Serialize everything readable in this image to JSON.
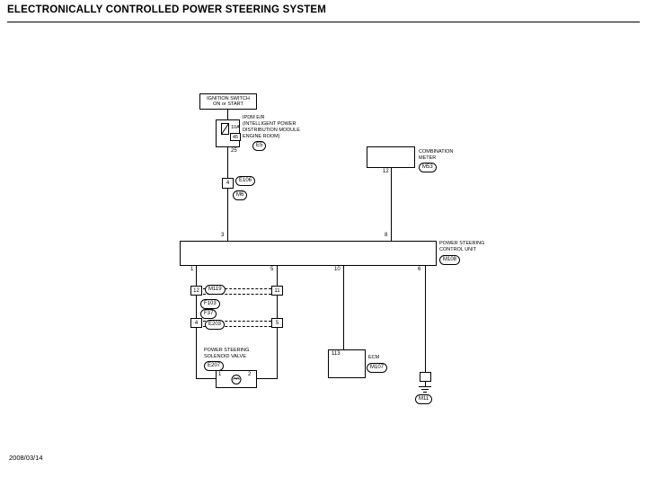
{
  "page": {
    "title": "ELECTRONICALLY CONTROLLED POWER STEERING SYSTEM",
    "footer_date": "2008/03/14"
  },
  "ignition": {
    "line1": "IGNITION SWITCH",
    "line2": "ON or START"
  },
  "ipdm": {
    "fuse_amps": "10A",
    "fuse_no": "45",
    "name1": "IPDM E/R",
    "name2": "(INTELLIGENT POWER",
    "name3": "DISTRIBUTION MODULE",
    "name4": "ENGINE ROOM)",
    "conn": "E5",
    "pin": "25"
  },
  "joint": {
    "pin": "4",
    "conn_top": "E106",
    "conn_bottom": "M6"
  },
  "meter": {
    "name1": "COMBINATION",
    "name2": "METER",
    "conn": "M53",
    "pin": "12"
  },
  "control_unit": {
    "name1": "POWER STEERING",
    "name2": "CONTROL UNIT",
    "conn": "M108",
    "pin_top_a": "3",
    "pin_top_b": "8",
    "pin_1": "1",
    "pin_5": "5",
    "pin_10": "10",
    "pin_6": "6"
  },
  "connector1": {
    "left_pin": "12",
    "right_pin": "11",
    "name_top": "M119",
    "name_bottom": "F103"
  },
  "connector2": {
    "left_pin": "4",
    "right_pin": "5",
    "name_top": "F37",
    "name_bottom": "E203"
  },
  "solenoid": {
    "name1": "POWER STEERING",
    "name2": "SOLENOID VALVE",
    "conn": "E207",
    "t1": "1",
    "t2": "2"
  },
  "ecm": {
    "pin": "113",
    "name": "ECM",
    "conn": "M107"
  },
  "ground": {
    "conn": "M11"
  }
}
